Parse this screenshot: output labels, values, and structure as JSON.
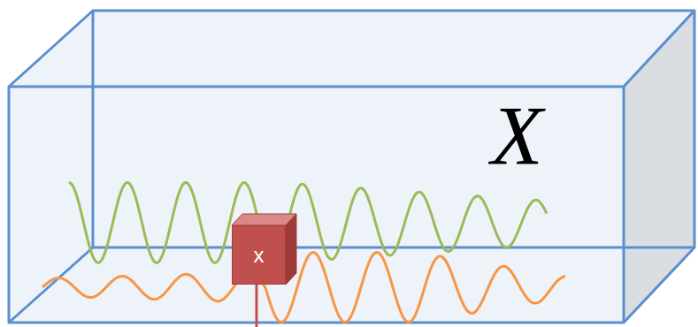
{
  "diagram": {
    "nodes": [
      {
        "text": [
          "X"
        ]
      },
      {
        "text": [
          "x"
        ],
        "in": 0
      }
    ]
  }
}
